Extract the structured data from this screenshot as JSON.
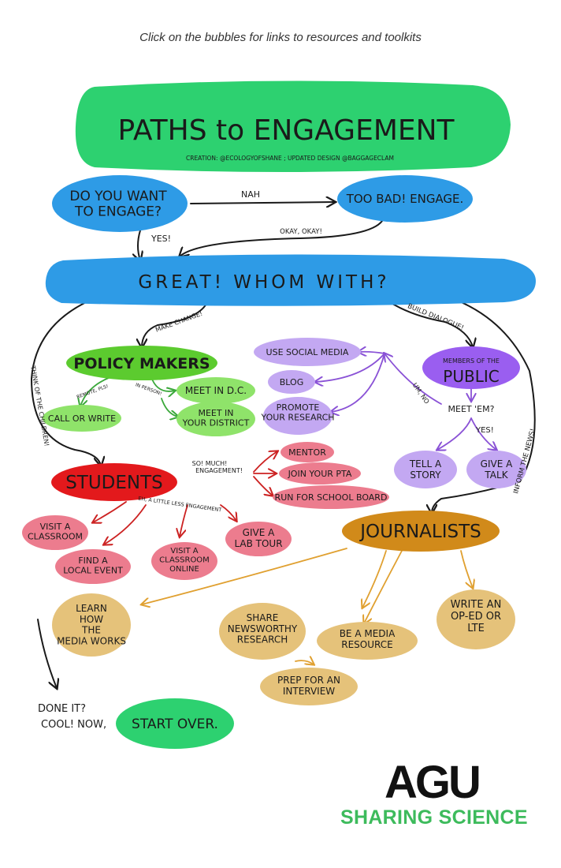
{
  "instruction": "Click on the bubbles for links to resources and toolkits",
  "title": "PATHS to ENGAGEMENT",
  "credit": "CREATION: @ECOLOGYOFSHANE ; UPDATED DESIGN @BAGGAGECLAM",
  "colors": {
    "green": "#2dd170",
    "blue": "#2e9be6",
    "lime": "#5ccb2f",
    "light_green": "#8fe36a",
    "lavender": "#c3a8f2",
    "purple": "#9a5ef0",
    "red": "#e3191c",
    "pink": "#ec7c8e",
    "gold": "#d18a1a",
    "tan": "#e5c27a",
    "arrow_purple": "#8a52d6",
    "arrow_red": "#cc2222",
    "arrow_gold": "#e0a030",
    "arrow_green": "#3aa83a"
  },
  "bubbles": {
    "do_you_want": "DO YOU WANT TO ENGAGE?",
    "too_bad": "TOO BAD! ENGAGE.",
    "great": "GREAT! WHOM WITH?",
    "policy_makers": "POLICY MAKERS",
    "call_or_write": "CALL OR WRITE",
    "meet_dc": "MEET IN D.C.",
    "meet_district": "MEET IN YOUR DISTRICT",
    "social_media": "USE SOCIAL MEDIA",
    "blog": "BLOG",
    "promote": "PROMOTE YOUR RESEARCH",
    "members_of": "MEMBERS OF THE",
    "public": "PUBLIC",
    "tell_story": "TELL A STORY",
    "give_talk": "GIVE A TALK",
    "students": "STUDENTS",
    "mentor": "MENTOR",
    "join_pta": "JOIN YOUR PTA",
    "school_board": "RUN FOR SCHOOL BOARD",
    "visit_classroom": "VISIT A CLASSROOM",
    "find_event": "FIND A LOCAL EVENT",
    "visit_online": "VISIT A CLASSROOM ONLINE",
    "lab_tour": "GIVE A LAB TOUR",
    "journalists": "JOURNALISTS",
    "learn_media": "LEARN HOW THE MEDIA WORKS",
    "share_research": "SHARE NEWSWORTHY RESEARCH",
    "media_resource": "BE A MEDIA RESOURCE",
    "prep_interview": "PREP FOR AN INTERVIEW",
    "write_oped": "WRITE AN OP-ED OR LTE",
    "start_over": "START OVER."
  },
  "labels": {
    "nah": "NAH",
    "yes": "YES!",
    "okay": "OKAY, OKAY!",
    "make_change": "MAKE CHANGE!",
    "build_dialogue": "BUILD DIALOGUE!",
    "think_children": "THINK OF THE CHILDREN!",
    "inform_news": "INFORM THE NEWS!",
    "remote_pls": "REMOTE, PLS!",
    "in_person": "IN PERSON!",
    "um_no": "UM, NO",
    "meet_em": "MEET 'EM?",
    "yes2": "YES!",
    "so_much": "SO! MUCH!",
    "engagement": "ENGAGEMENT!",
    "less_engagement": "EH, A LITTLE LESS ENGAGEMENT",
    "done_it": "DONE IT?",
    "cool_now": "COOL! NOW,"
  },
  "logo": {
    "mark": "AGU",
    "tagline": "SHARING SCIENCE"
  }
}
